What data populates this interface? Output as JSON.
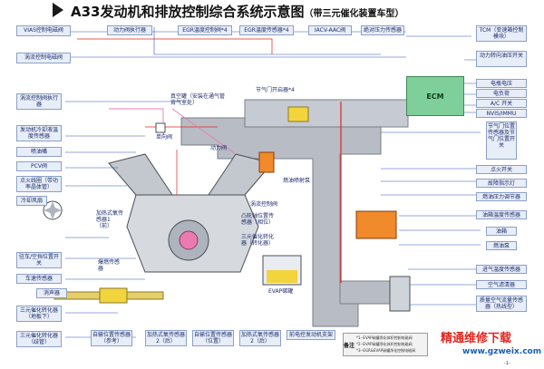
{
  "title": {
    "main": "A33发动机和排放控制综合系统示意图",
    "sub": "（带三元催化装置车型）"
  },
  "ecm_label": "ECM",
  "left_labels": [
    "VIAS控制电磁阀",
    "涡流控制电磁阀",
    "涡流控制阀执行器",
    "发动机冷却液温度传感器",
    "喷油嘴",
    "PCV阀",
    "点火线圈（带功率晶体管）",
    "冷却风扇",
    "驻车/空挡位置开关",
    "车速传感器",
    "消声器",
    "三元催化转化器（地板下）",
    "三元催化转化器（歧管）"
  ],
  "top_labels": [
    "动力阀执行器",
    "EGR温度控制阀*4",
    "EGR温度传感器*4",
    "IACV-AAC阀",
    "绝对压力传感器"
  ],
  "right_labels": [
    "TCM（变速箱控制模块）",
    "动力转向油压开关",
    "电瓶电压",
    "电负荷",
    "A/C 开关",
    "NVIS/IMMU",
    "节气门位置传感器及节气门位置开关",
    "点火开关",
    "故障指示灯",
    "燃油压力调节器",
    "油箱温度传感器",
    "油箱",
    "燃油泵",
    "进气温度传感器",
    "空气滤清器",
    "质量空气流量传感器（热线型）"
  ],
  "bottom_labels": [
    "自输位置传感器（参考）",
    "加热式氧传感器2（后）",
    "自输位置传感器（位置）",
    "加热式氧传感器2（后）",
    "前电控发动机支架"
  ],
  "middle_labels": {
    "vacuum_tank": "真空罐（安装在通气管背气室处）",
    "throttle_label": "节气门开启器*4",
    "check_valve": "单向阀",
    "power_valve": "动力阀",
    "fuel_pump_injector": "燃油喷射泵",
    "swirl_valve": "涡流控制阀",
    "cam_sensor": "凸轮轴位置传感器（相位）",
    "cat_conv": "三元催化转化器（转化器）",
    "o2_sensor1": "加热式氧传感器1（前）",
    "knock_sensor": "爆燃传感器",
    "evap_canister": "EVAP碳罐"
  },
  "note": {
    "label": "备注",
    "lines": [
      "*1--EVAP碳罐净化体积控制电磁阀",
      "*2--EVAP碳罐净化体积控制电磁阀",
      "*3--EGR&EVAP碳罐净化控制电磁阀"
    ]
  },
  "logo": {
    "name": "精通维修下载",
    "url": "www.gzweix.com"
  },
  "page_number": "-1-",
  "colors": {
    "ecm": "#7fcf9a",
    "label_fill": "#e8eef8",
    "pipe_gray": "#b8bcc4",
    "red_line": "#e0261e",
    "blue_line": "#2a52be",
    "pink_line": "#e97bb0",
    "yellow": "#f2d43c",
    "orange": "#f08a2a"
  }
}
